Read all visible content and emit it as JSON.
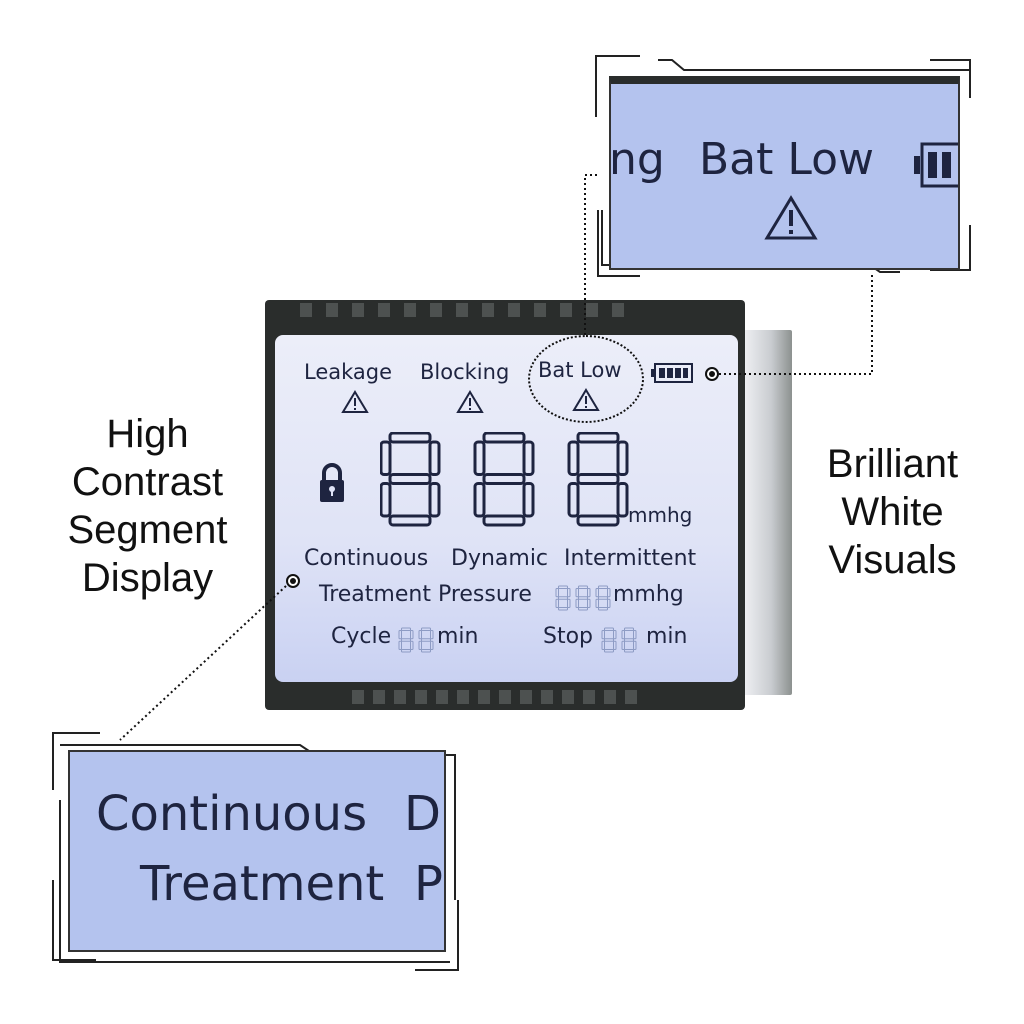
{
  "captions": {
    "left": [
      "High",
      "Contrast",
      "Segment",
      "Display"
    ],
    "right": [
      "Brilliant",
      "White",
      "Visuals"
    ]
  },
  "lcd": {
    "alerts": [
      "Leakage",
      "Blocking",
      "Bat Low"
    ],
    "main_digits": "888",
    "main_unit": "mmhg",
    "modes": [
      "Continuous",
      "Dynamic",
      "Intermittent"
    ],
    "pressure_label": "Treatment Pressure",
    "pressure_digits": "888",
    "pressure_unit": "mmhg",
    "cycle_label": "Cycle",
    "cycle_digits": "88",
    "cycle_unit": "min",
    "stop_label": "Stop",
    "stop_digits": "88",
    "stop_unit": "min",
    "icons": [
      "warning-icon",
      "lock-icon",
      "battery-icon"
    ]
  },
  "zoom_top": {
    "partial": "ng",
    "text": "Bat Low"
  },
  "zoom_bottom": {
    "line1": "Continuous",
    "line1_partial": "D",
    "line2": "Treatment",
    "line2_partial": "P"
  },
  "colors": {
    "segment": "#1e2440",
    "dim_segment": "#8d9bc4",
    "lcd_bg": "#dfe3f6",
    "callout_bg": "#b4c3ee"
  }
}
